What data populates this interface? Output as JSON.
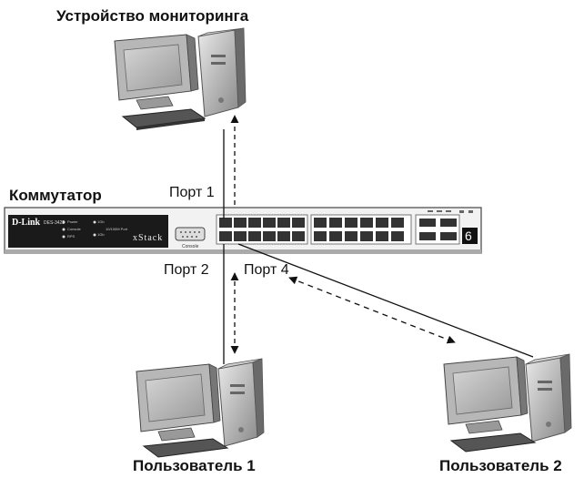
{
  "labels": {
    "monitor_device": "Устройство мониторинга",
    "switch": "Коммутатор",
    "port1": "Порт 1",
    "port2": "Порт 2",
    "port4": "Порт 4",
    "user1": "Пользователь 1",
    "user2": "Пользователь 2"
  },
  "switch_panel": {
    "brand": "D-Link",
    "model": "DES-3428",
    "series": "xStack",
    "unit_number": "6",
    "console_label": "Console",
    "led_labels": [
      "Power",
      "Console",
      "RPS",
      "1Gb",
      "10/100M Port",
      "1Gb"
    ]
  }
}
